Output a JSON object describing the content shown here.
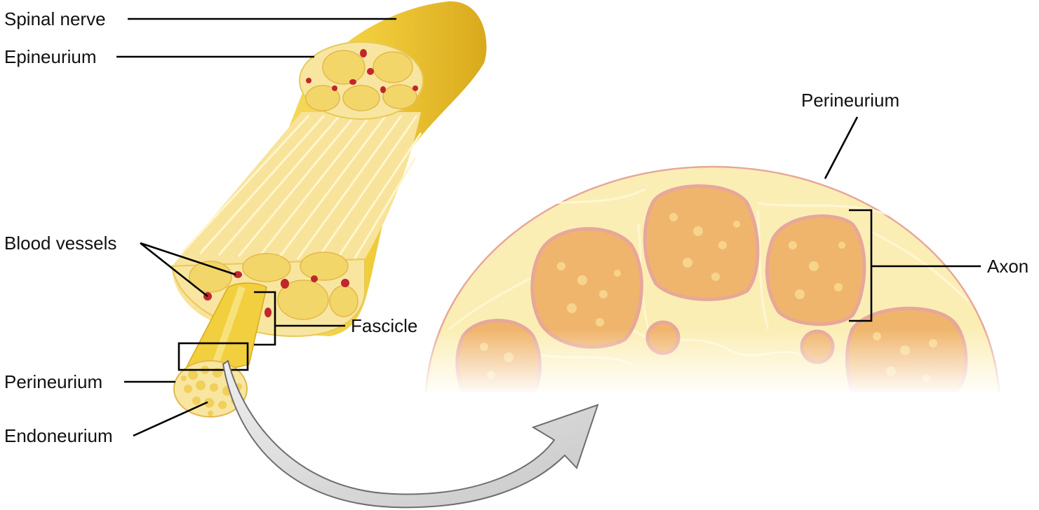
{
  "labels": {
    "spinal_nerve": "Spinal nerve",
    "epineurium": "Epineurium",
    "blood_vessels": "Blood vessels",
    "fascicle": "Fascicle",
    "perineurium_left": "Perineurium",
    "endoneurium": "Endoneurium",
    "perineurium_right": "Perineurium",
    "axon": "Axon"
  },
  "colors": {
    "nerve_yellow": "#f2d24a",
    "nerve_shadow": "#d9a91c",
    "fascicle_pale": "#f8e7a6",
    "cross_section_fill": "#fbeeb5",
    "perineurium_pink": "#e7a79a",
    "axon_orange": "#f0b56c",
    "blood_red": "#c0262c",
    "arrow_gray": "#d9d9d9"
  }
}
